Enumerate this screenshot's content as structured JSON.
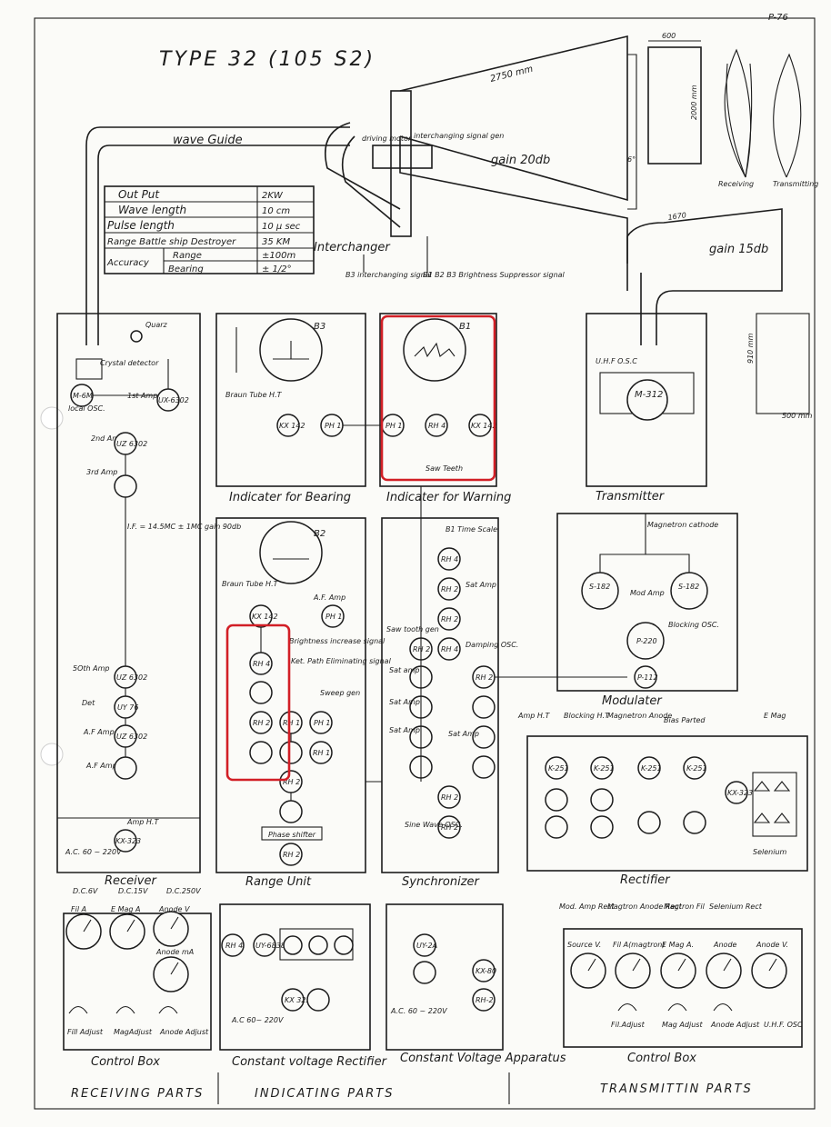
{
  "page": {
    "page_number": "P-76",
    "title": "TYPE 32 (105 S2)"
  },
  "spec_table": {
    "rows": [
      {
        "label": "Out Put",
        "value": "2KW"
      },
      {
        "label": "Wave length",
        "value": "10 cm"
      },
      {
        "label": "Pulse length",
        "value": "10 μ sec"
      },
      {
        "label": "Range Battle ship Destroyer",
        "value": "35 KM"
      },
      {
        "label": "Range",
        "value": "±100m"
      },
      {
        "label": "Bearing",
        "value": "± 1/2°"
      }
    ],
    "accuracy_label": "Accuracy"
  },
  "antenna": {
    "wave_guide": "wave Guide",
    "horn_length": "2750 mm",
    "driving_motor": "driving motor",
    "interchanging_signal_gen": "interchanging signal gen",
    "gain_upper": "gain 20db",
    "gain_lower": "gain 15db",
    "interchanger": "Interchanger",
    "width": "600",
    "height": "2000 mm",
    "angle": "6°",
    "lower_len": "1670",
    "receiving": "Receiving",
    "transmitting": "Transmitting",
    "b3_signal": "B3 interchanging signal",
    "brightness_signal": "B1 B2 B3 Brightness Suppressor signal",
    "dim_910": "910 mm",
    "dim_500": "500 mm"
  },
  "sections": {
    "receiver": "Receiver",
    "range_unit": "Range Unit",
    "synchronizer": "Synchronizer",
    "rectifier": "Rectifier",
    "indicator_bearing": "Indicater for Bearing",
    "indicator_warning": "Indicater for Warning",
    "transmitter": "Transmitter",
    "modulator": "Modulater",
    "control_box_left": "Control Box",
    "constant_voltage_rectifier": "Constant voltage Rectifier",
    "constant_voltage_apparatus": "Constant Voltage Apparatus",
    "control_box_right": "Control Box"
  },
  "footer": {
    "receiving": "RECEIVING PARTS",
    "indicating": "INDICATING PARTS",
    "transmitting": "TRANSMITTIN PARTS"
  },
  "receiver_labels": {
    "quarz": "Quarz",
    "crystal_detector": "Crystal detector",
    "local_osc": "local OSC.",
    "first_amp": "1st Amp",
    "second_amp": "2nd Amp",
    "third_amp": "3rd Amp",
    "if_info": "I.F. = 14.5MC ± 1MC gain 90db",
    "fifth_amp": "5Oth Amp",
    "det": "Det",
    "af_amp1": "A.F Amp",
    "af_amp2": "A.F Amp",
    "amp_ht": "Amp H.T",
    "ac_receiver": "A.C. 60 ~ 220V"
  },
  "tubes": {
    "m_6m": "M-6M",
    "ux_6302": "UX-6302",
    "uz_6302a": "UZ 6302",
    "uz_6302b": "UZ 6302",
    "uy_76": "UY 76",
    "uz_6302c": "UZ 6302",
    "kx_323": "KX-323",
    "kx_142a": "KX 142",
    "ph_1a": "PH 1",
    "ph_1b": "PH 1",
    "rh_4a": "RH 4",
    "kx_142b": "KX 142",
    "kx_142c": "KX 142",
    "ph_1c": "PH 1",
    "rh_4b": "RH 4",
    "rh_2a": "RH 2",
    "rh_1a": "RH 1",
    "ph_1d": "PH 1",
    "rh_1b": "RH 1",
    "rh_2b": "RH 2",
    "rh_2c": "RH 2",
    "rh_4c": "RH 4",
    "rh_2d": "RH 2",
    "rh_2e": "RH 2",
    "rh_4d": "RH 4",
    "rh_2f": "RH 2",
    "rh_2g": "RH 2",
    "rh_2h": "RH 2",
    "rh_2i": "RH 2",
    "m_312": "M-312",
    "s_182a": "S-182",
    "s_182b": "S-182",
    "p_220": "P-220",
    "p_112": "P-112",
    "k_251a": "K-251",
    "k_251b": "K-251",
    "k_251c": "K-251",
    "k_251d": "K-251",
    "kx_323b": "KX-323",
    "rh_4e": "RH 4",
    "uy_6838": "UY-6838",
    "kx_323c": "KX 323",
    "uy_2a": "UY-2A",
    "kx_80": "KX-80",
    "rh_2j": "RH-2"
  },
  "labels": {
    "b3": "B3",
    "b1": "B1",
    "b2": "B2",
    "braun_ht_a": "Braun Tube H.T",
    "braun_ht_b": "Braun Tube H.T",
    "saw_teeth": "Saw Teeth",
    "af_amp": "A.F. Amp",
    "brightness_increase": "Brightness increase signal",
    "ket_path": "Ket. Path Eliminating signal",
    "sweep_gen": "Sweep gen",
    "phase_shifter": "Phase shifter",
    "b1_time": "B1 Time Scale",
    "sat_amp1": "Sat Amp",
    "sat_amp2": "Sat amp",
    "sat_amp3": "Sat Amp",
    "sat_amp4": "Sat Amp",
    "sat_amp5": "Sat Amp",
    "sawtooth_gen": "Saw tooth gen",
    "damping_osc": "Damping OSC.",
    "sine_wave_osc": "Sine Wave OSC.",
    "uhf_osc": "U.H.F O.S.C",
    "magnetron_cathode": "Magnetron cathode",
    "mod_amp": "Mod Amp",
    "blocking_osc": "Blocking OSC.",
    "rect_amp_ht": "Amp H.T",
    "rect_blocking": "Blocking H.T",
    "rect_magnetron": "Magnetron Anode",
    "rect_bias": "Bias Parted",
    "rect_emag": "E Mag",
    "selenium": "Selenium",
    "dc6v": "D.C.6V",
    "dc15v": "D.C.15V",
    "dc250v": "D.C.250V",
    "fila": "Fil A",
    "emaga": "E Mag A",
    "anode_v": "Anode V",
    "anode_ma": "Anode mA",
    "fil_adjust": "Fill Adjust",
    "mag_adjust": "MagAdjust",
    "anode_adjust": "Anode Adjust",
    "ac_crv": "A.C 60~ 220V",
    "ac_cva": "A.C. 60 ~ 220V",
    "mod_amp_rect": "Mod. Amp Rect",
    "magtron_anode": "Magtron Anode Rect",
    "magtron_fil": "Magtron Fil",
    "selenium_rect": "Selenium Rect",
    "source_v": "Source V.",
    "fil_a_mag": "Fil A(magtron)",
    "e_mag_a": "E Mag A.",
    "anode": "Anode",
    "anode_vv": "Anode V.",
    "fil_adjust2": "Fil.Adjust",
    "mag_adjust2": "Mag Adjust",
    "anode_adjust2": "Anode Adjust",
    "uhf_osc2": "U.H.F. OSC"
  },
  "highlight_color": "#d21f26"
}
